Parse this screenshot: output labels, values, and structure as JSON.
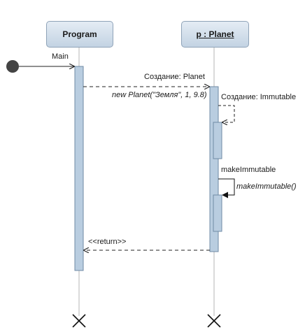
{
  "lifelines": {
    "program": {
      "name": "Program"
    },
    "planet": {
      "name": "p : Planet"
    }
  },
  "messages": {
    "main": {
      "label": "Main"
    },
    "create_planet": {
      "label": "Создание: Planet",
      "call": "new Planet(\"Земля\", 1, 9.8)"
    },
    "create_immutable": {
      "label": "Создание: Immutable"
    },
    "make_immutable": {
      "label": "makeImmutable",
      "call": "makeImmutable()"
    },
    "return_msg": {
      "label": "<<return>>"
    }
  },
  "colors": {
    "activation_fill": "#b9cde0",
    "activation_stroke": "#6f8aa5",
    "lifeline": "#b5b5b5",
    "arrow": "#222222",
    "head_gradient_top": "#e4ecf4",
    "head_gradient_bottom": "#c3d3e3"
  }
}
